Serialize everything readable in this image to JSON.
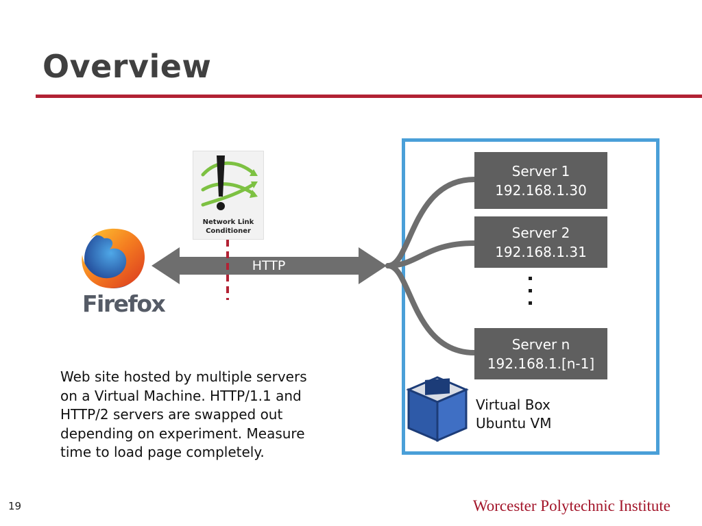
{
  "slide": {
    "title": "Overview",
    "page_number": "19",
    "institution": "Worcester Polytechnic Institute"
  },
  "diagram": {
    "client_logo_text": "Firefox",
    "conditioner_label_line1": "Network Link",
    "conditioner_label_line2": "Conditioner",
    "link_label": "HTTP",
    "servers": [
      {
        "name": "Server 1",
        "ip": "192.168.1.30"
      },
      {
        "name": "Server 2",
        "ip": "192.168.1.31"
      },
      {
        "name": "Server n",
        "ip": "192.168.1.[n-1]"
      }
    ],
    "vm_label_line1": "Virtual Box",
    "vm_label_line2": "Ubuntu VM"
  },
  "caption": {
    "lines": [
      "Web site hosted by multiple servers",
      "on a Virtual Machine.  HTTP/1.1 and",
      "HTTP/2 servers are swapped out",
      "depending on experiment.  Measure",
      "time to load page completely."
    ]
  },
  "colors": {
    "accent_red": "#b22234",
    "vm_border_blue": "#4a9fd8",
    "server_gray": "#5f5f5f",
    "link_gray": "#6e6e6e",
    "institution_red": "#a3152a"
  }
}
